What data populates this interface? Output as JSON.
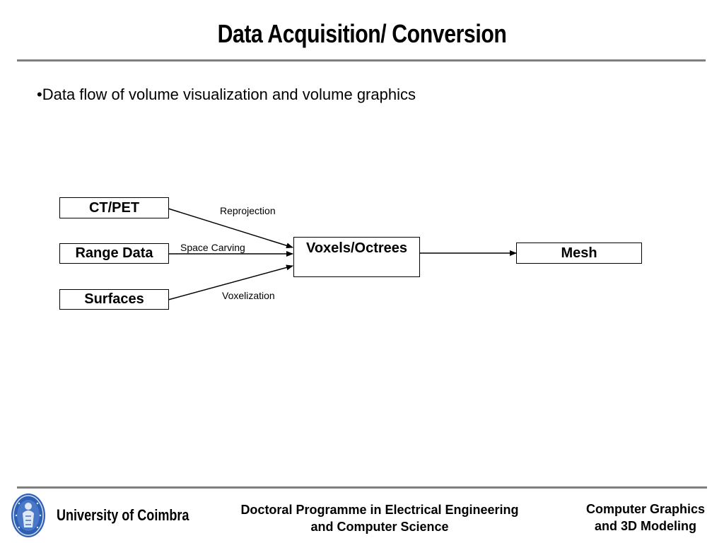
{
  "slide": {
    "title": "Data Acquisition/ Conversion",
    "bullet": "•Data flow of volume visualization and volume graphics"
  },
  "diagram": {
    "nodes": {
      "ct_pet": "CT/PET",
      "range_data": "Range Data",
      "surfaces": "Surfaces",
      "voxels_octrees": "Voxels/Octrees",
      "mesh": "Mesh"
    },
    "edge_labels": {
      "reprojection": "Reprojection",
      "space_carving": "Space Carving",
      "voxelization": "Voxelization"
    }
  },
  "footer": {
    "university": "University of Coimbra",
    "programme_line1": "Doctoral Programme in Electrical Engineering",
    "programme_line2": "and Computer Science",
    "course_line1": "Computer Graphics",
    "course_line2": "and 3D Modeling"
  },
  "colors": {
    "rule": "#7f7f7f",
    "logo_blue": "#2f5fb3"
  }
}
